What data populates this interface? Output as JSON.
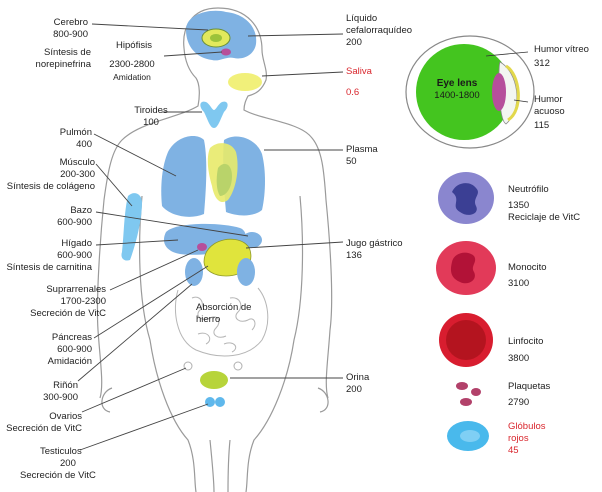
{
  "organs_left": {
    "cerebro": {
      "name": "Cerebro",
      "value": "800-900",
      "note": "Síntesis de norepinefrina"
    },
    "hipofisis": {
      "name": "Hipófisis",
      "value": "2300-2800",
      "note": "Amidation"
    },
    "tiroides": {
      "name": "Tiroides",
      "value": "100"
    },
    "pulmon": {
      "name": "Pulmón",
      "value": "400"
    },
    "musculo": {
      "name": "Músculo",
      "value": "200-300",
      "note": "Síntesis de colágeno"
    },
    "bazo": {
      "name": "Bazo",
      "value": "600-900"
    },
    "higado": {
      "name": "Hígado",
      "value": "600-900",
      "note": "Síntesis de carnitina"
    },
    "suprarrenales": {
      "name": "Suprarrenales",
      "value": "1700-2300",
      "note": "Secreción de VitC"
    },
    "pancreas": {
      "name": "Páncreas",
      "value": "600-900",
      "note": "Amidación"
    },
    "rinon": {
      "name": "Riñón",
      "value": "300-900"
    },
    "ovarios": {
      "name": "Ovarios",
      "note": "Secreción de VitC"
    },
    "testiculos": {
      "name": "Testiculos",
      "value": "200",
      "note": "Secreción de VitC"
    }
  },
  "organs_right": {
    "liquido": {
      "name": "Líquido cefalorraquídeo",
      "value": "200"
    },
    "saliva": {
      "name": "Saliva",
      "value": "0.6"
    },
    "plasma": {
      "name": "Plasma",
      "value": "50"
    },
    "jugo": {
      "name": "Jugo gástrico",
      "value": "136"
    },
    "absorcion": {
      "name": "Absorción de hierro"
    },
    "orina": {
      "name": "Orina",
      "value": "200"
    }
  },
  "eye": {
    "lens_name": "Eye lens",
    "lens_value": "1400-1800",
    "vitreo": {
      "name": "Humor vítreo",
      "value": "312"
    },
    "acuoso": {
      "name": "Humor acuoso",
      "value": "115"
    }
  },
  "cells": {
    "neutrofilo": {
      "name": "Neutrófilo",
      "value": "1350",
      "note": "Reciclaje de VitC"
    },
    "monocito": {
      "name": "Monocito",
      "value": "3100"
    },
    "linfocito": {
      "name": "Linfocito",
      "value": "3800"
    },
    "plaquetas": {
      "name": "Plaquetas",
      "value": "2790"
    },
    "globulos": {
      "name": "Glóbulos rojos",
      "value": "45"
    }
  },
  "colors": {
    "organ_blue": "#7fb2e3",
    "highlight_yellow": "#f1f07a",
    "saliva_red": "#d9262d",
    "lens_green": "#44c51f",
    "lens_purple": "#b64f9b",
    "neutrophil": "#8a86cf",
    "monocyte": "#e23a59",
    "lymphocyte": "#d81d2f",
    "platelet": "#b2416a",
    "rbc": "#49b9ec"
  }
}
